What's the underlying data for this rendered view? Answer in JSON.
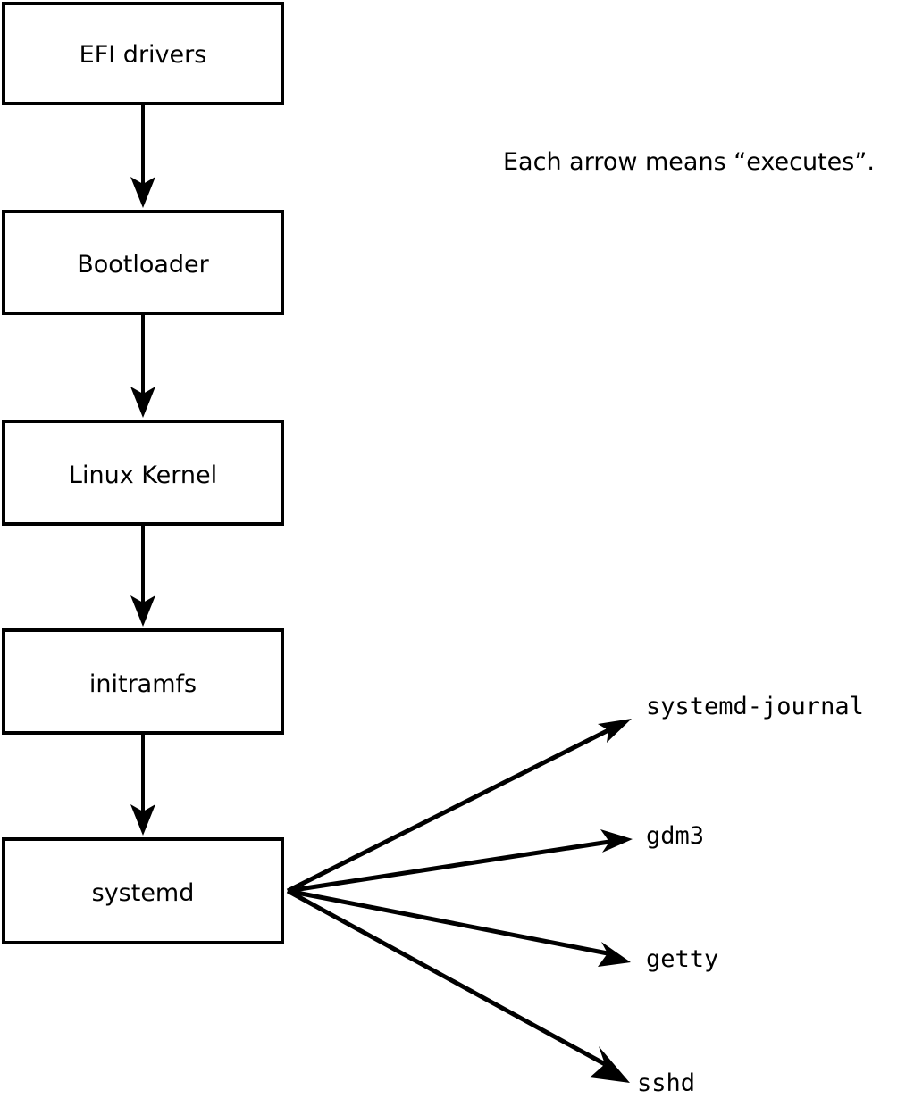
{
  "diagram": {
    "type": "flowchart",
    "caption": "Each arrow means “executes”.",
    "boot_chain": [
      {
        "label": "EFI drivers"
      },
      {
        "label": "Bootloader"
      },
      {
        "label": "Linux Kernel"
      },
      {
        "label": "initramfs"
      },
      {
        "label": "systemd"
      }
    ],
    "spawned_processes": [
      {
        "label": "systemd-journal"
      },
      {
        "label": "gdm3"
      },
      {
        "label": "getty"
      },
      {
        "label": "sshd"
      }
    ],
    "colors": {
      "background": "#ffffff",
      "stroke": "#000000",
      "box_fill": "#ffffff",
      "text": "#000000"
    }
  }
}
